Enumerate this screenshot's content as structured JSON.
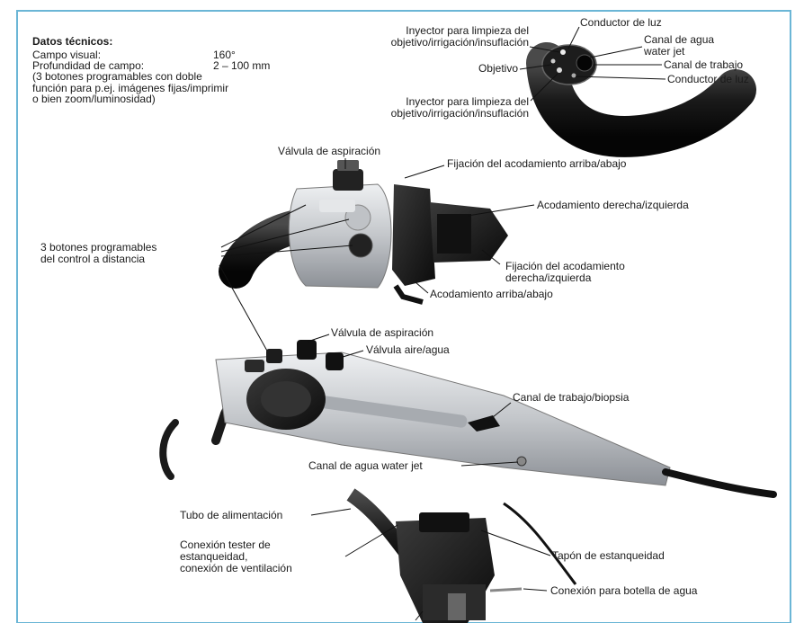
{
  "specs": {
    "title": "Datos técnicos:",
    "field_label": "Campo visual:",
    "field_value": "160°",
    "depth_label": "Profundidad de campo:",
    "depth_value": "2 – 100 mm",
    "note": "(3 botones programables con doble\nfunción para p.ej. imágenes fijas/imprimir\no bien zoom/luminosidad)"
  },
  "tip": {
    "injector_top": "Inyector para limpieza del\nobjetivo/irrigación/insuflación",
    "light_top": "Conductor de luz",
    "water_jet": "Canal de agua\nwater jet",
    "objective": "Objetivo",
    "work_channel": "Canal de trabajo",
    "light_bottom": "Conductor de luz",
    "injector_bottom": "Inyector para limpieza del\nobjetivo/irrigación/insuflación"
  },
  "head": {
    "suction_valve": "Válvula de aspiración",
    "lock_updown": "Fijación del acodamiento arriba/abajo",
    "bend_rightleft": "Acodamiento derecha/izquierda",
    "buttons": "3 botones programables\ndel control a distancia",
    "lock_rightleft": "Fijación del acodamiento\nderecha/izquierda",
    "bend_updown": "Acodamiento arriba/abajo"
  },
  "body": {
    "suction_valve": "Válvula de aspiración",
    "air_water_valve": "Válvula aire/agua",
    "biopsy_channel": "Canal de trabajo/biopsia",
    "water_jet_channel": "Canal de agua water jet"
  },
  "connector": {
    "supply_tube": "Tubo de alimentación",
    "leak_tester": "Conexión tester de\nestanqueidad,\nconexión de ventilación",
    "sealing_cap": "Tapón de estanqueidad",
    "water_bottle": "Conexión para botella de agua"
  },
  "colors": {
    "frame": "#6bb6d6",
    "body_dark": "#1b1b1b",
    "body_silver": "#c9ccd0",
    "label": "#1a1a1a"
  }
}
